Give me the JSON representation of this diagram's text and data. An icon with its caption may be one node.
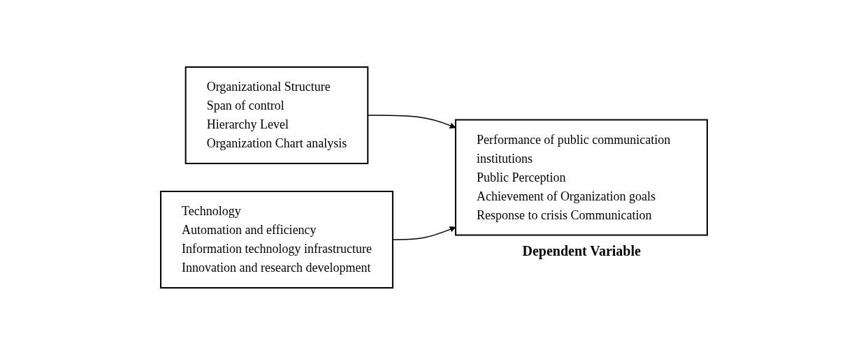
{
  "diagram": {
    "nodes": [
      {
        "text": [
          "Organizational Structure",
          "Span of control",
          "Hierarchy Level",
          "Organization Chart analysis"
        ]
      },
      {
        "text": [
          "Technology",
          "Automation and efficiency",
          "Information technology infrastructure",
          "Innovation and research development"
        ]
      },
      {
        "text": [
          "Performance of public communication institutions",
          "Public Perception",
          "Achievement of Organization goals",
          "Response to crisis Communication"
        ],
        "beside": [
          "Dependent Variable"
        ]
      }
    ],
    "edges": [
      {
        "from": 0,
        "to": 2,
        "arrow": "to"
      },
      {
        "from": 1,
        "to": 2,
        "arrow": "to"
      }
    ]
  }
}
